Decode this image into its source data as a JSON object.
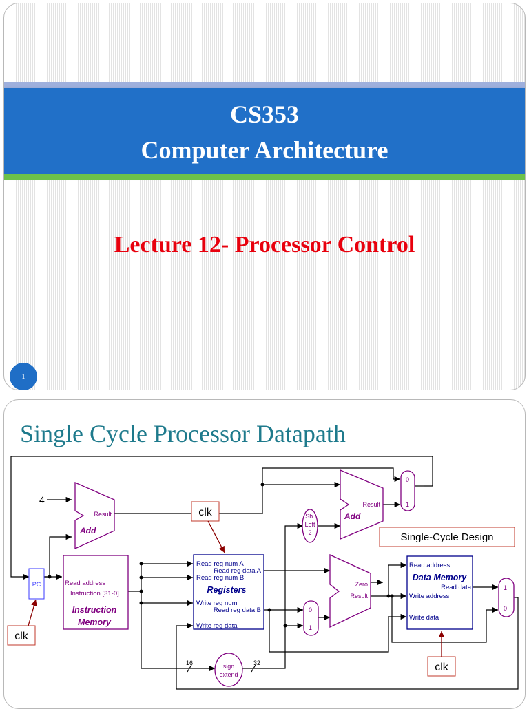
{
  "slide1": {
    "course_code": "CS353",
    "course_name": "Computer Architecture",
    "lecture_title": "Lecture 12- Processor Control",
    "page_number": "1"
  },
  "slide2": {
    "title": "Single Cycle Processor Datapath",
    "design_label": "Single-Cycle Design",
    "clock_label": "clk",
    "constant_four": "4",
    "pc_label": "PC",
    "adder": {
      "result": "Result",
      "name": "Add"
    },
    "instruction_memory": {
      "read_address": "Read address",
      "instruction": "Instruction [31-0]",
      "name_line1": "Instruction",
      "name_line2": "Memory"
    },
    "registers": {
      "read_reg_num_a": "Read reg num A",
      "read_reg_data_a": "Read reg data A",
      "read_reg_num_b": "Read reg num B",
      "name": "Registers",
      "write_reg_num": "Write reg num",
      "read_reg_data_b": "Read reg data B",
      "write_reg_data": "Write reg data"
    },
    "shift_left": {
      "line1": "Sh.",
      "line2": "Left",
      "line3": "2"
    },
    "sign_extend": {
      "line1": "sign",
      "line2": "extend",
      "in_width": "16",
      "out_width": "32"
    },
    "alu": {
      "zero": "Zero",
      "result": "Result"
    },
    "data_memory": {
      "read_address": "Read address",
      "name": "Data Memory",
      "read_data": "Read data",
      "write_address": "Write address",
      "write_data": "Write data"
    },
    "mux": {
      "zero": "0",
      "one": "1"
    }
  },
  "colors": {
    "title_band": "#2170c8",
    "band_top": "#9fb0dd",
    "band_bottom": "#6cc24a",
    "lecture_text": "#e8000d",
    "slide2_title": "#1e7a8c",
    "component_purple": "#800080",
    "component_blue": "#00008b",
    "clk_box": "#c0392b",
    "wire": "#000000"
  }
}
